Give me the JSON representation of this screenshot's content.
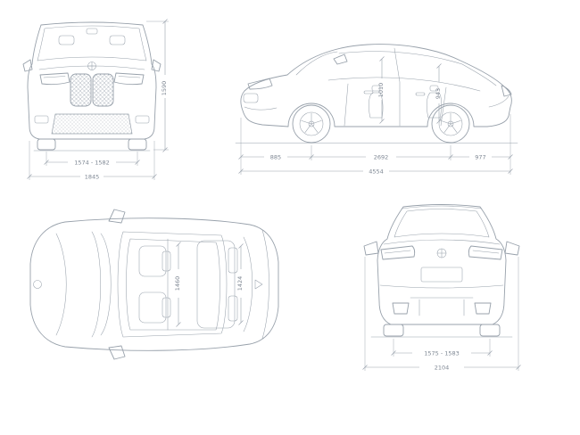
{
  "title": "vehicle-dimensions-diagram",
  "colors": {
    "line": "#98a1ab",
    "dim": "#9aa3ad",
    "text": "#7e8793",
    "background": "#ffffff"
  },
  "front_view": {
    "height": "1590",
    "track_width": "1574 - 1582",
    "overall_width": "1845"
  },
  "side_view": {
    "front_interior_height": "1010",
    "rear_interior_height": "943",
    "front_overhang": "885",
    "wheelbase": "2692",
    "rear_overhang": "977",
    "overall_length": "4554"
  },
  "top_view": {
    "front_interior_width": "1460",
    "rear_interior_width": "1424"
  },
  "rear_view": {
    "track_width": "1575 - 1583",
    "overall_width_incl_mirrors": "2104"
  }
}
